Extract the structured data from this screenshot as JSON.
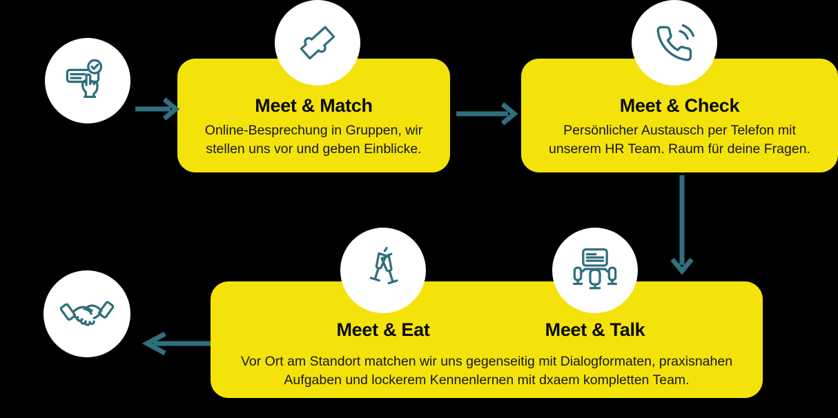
{
  "colors": {
    "background": "#000000",
    "box_yellow": "#F3E30B",
    "icon_teal": "#2F6F7E",
    "circle_white": "#FFFFFF",
    "title_text": "#0A0A0A",
    "body_text": "#171717"
  },
  "flow": {
    "start_icon": "apply-click-icon",
    "end_icon": "handshake-icon",
    "connectors": [
      "arrow-start-to-match",
      "arrow-match-to-check",
      "arrow-check-down",
      "arrow-to-handshake"
    ]
  },
  "steps": {
    "match": {
      "title": "Meet & Match",
      "body": "Online-Besprechung in Gruppen, wir stellen uns vor und geben Einblicke.",
      "icon": "puzzle-icon"
    },
    "check": {
      "title": "Meet & Check",
      "body": "Persönlicher Austausch per Telefon mit unserem HR Team. Raum für deine Fragen.",
      "icon": "phone-icon"
    },
    "eat": {
      "title": "Meet & Eat",
      "icon": "champagne-toast-icon"
    },
    "talk": {
      "title": "Meet & Talk",
      "icon": "meeting-table-icon"
    },
    "eat_talk_body": "Vor Ort am Standort matchen wir uns gegenseitig mit Dialogformaten, praxisnahen Aufgaben und lockerem Kennenlernen mit dxaem kompletten Team."
  }
}
